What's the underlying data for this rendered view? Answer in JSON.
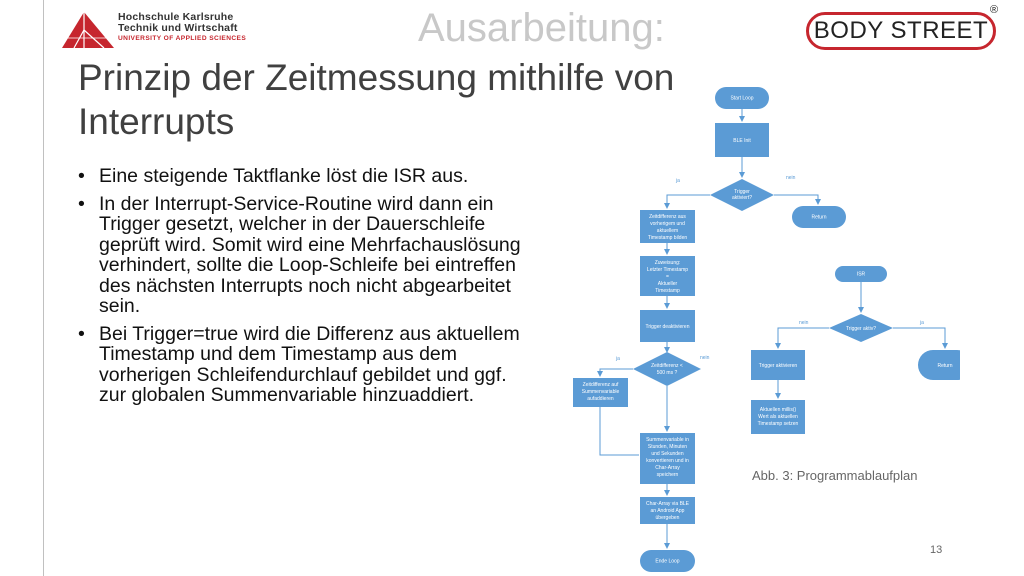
{
  "header": {
    "logo_line1": "Hochschule Karlsruhe",
    "logo_line2": "Technik und Wirtschaft",
    "logo_line3": "UNIVERSITY OF APPLIED SCIENCES",
    "brand": "BODY STREET",
    "brand_mark": "®"
  },
  "title": {
    "ghost": "Ausarbeitung:",
    "main": "Prinzip der Zeitmessung mithilfe von Interrupts"
  },
  "bullets": [
    "Eine steigende Taktflanke löst die ISR aus.",
    "In der Interrupt-Service-Routine wird dann ein Trigger gesetzt, welcher in der Dauerschleife geprüft wird. Somit wird eine Mehrfachauslösung verhindert, sollte die Loop-Schleife bei eintreffen des nächsten Interrupts noch nicht abgearbeitet sein.",
    "Bei Trigger=true wird die Differenz aus aktuellem Timestamp und dem Timestamp aus dem vorherigen Schleifendurchlauf gebildet und ggf. zur globalen Summenvariable hinzuaddiert."
  ],
  "caption": "Abb. 3: Programmablaufplan",
  "page_number": "13",
  "colors": {
    "accent": "#c6262e",
    "flow": "#5b9bd5"
  },
  "flowchart": {
    "start_loop": "Start Loop",
    "ble_init": "BLE Init",
    "trigger_q_1": "Trigger",
    "trigger_q_2": "aktiviert?",
    "ja_1": "ja",
    "nein_1": "nein",
    "return_1": "Return",
    "zeitdiff_1": "Zeitdifferenz aus",
    "zeitdiff_2": "vorherigem und",
    "zeitdiff_3": "aktuellem",
    "zeitdiff_4": "Timestamp bilden",
    "zuweisung_1": "Zuweisung:",
    "zuweisung_2": "Letzter Timestamp",
    "zuweisung_3": "=",
    "zuweisung_4": "Aktueller",
    "zuweisung_5": "Timestamp",
    "trigger_deakt": "Trigger deaktivieren",
    "zd_q_1": "Zeitdifferenz <",
    "zd_q_2": "500 ms ?",
    "ja_2": "ja",
    "nein_2": "nein",
    "add_1": "Zeitdifferenz auf",
    "add_2": "Summenvariable",
    "add_3": "aufaddieren",
    "sum_1": "Summenvariable in",
    "sum_2": "Stunden, Minuten",
    "sum_3": "und Sekunden",
    "sum_4": "konvertieren und in",
    "sum_5": "Char-Array",
    "sum_6": "speichern",
    "char_1": "Char-Array via BLE",
    "char_2": "an Android App",
    "char_3": "übergeben",
    "end_loop": "Ende Loop",
    "isr": "ISR",
    "trig_akt_q": "Trigger aktiv?",
    "nein_3": "nein",
    "ja_3": "ja",
    "trig_aktivieren": "Trigger aktivieren",
    "return_2": "Return",
    "millis_1": "Aktuellen millis()",
    "millis_2": "Wert als aktuellen",
    "millis_3": "Timestamp setzen"
  }
}
